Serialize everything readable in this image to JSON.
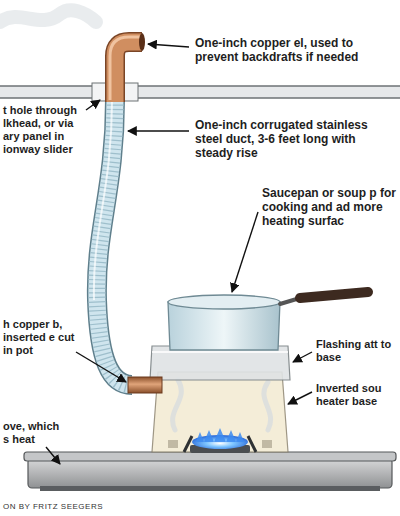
{
  "diagram": {
    "labels": [
      "One-inch copper el, used to prevent backdrafts if needed",
      "t hole through lkhead, or via ary panel in ionway slider",
      "One-inch corrugated stainless steel duct, 3-6 feet long with steady rise",
      "Saucepan or soup p for cooking and ad more heating surfac",
      "h copper b, inserted e cut in pot",
      "Flashing att to base",
      "Inverted sou heater base",
      "ove, which s heat",
      "ON BY FRITZ SEEGERS"
    ]
  }
}
